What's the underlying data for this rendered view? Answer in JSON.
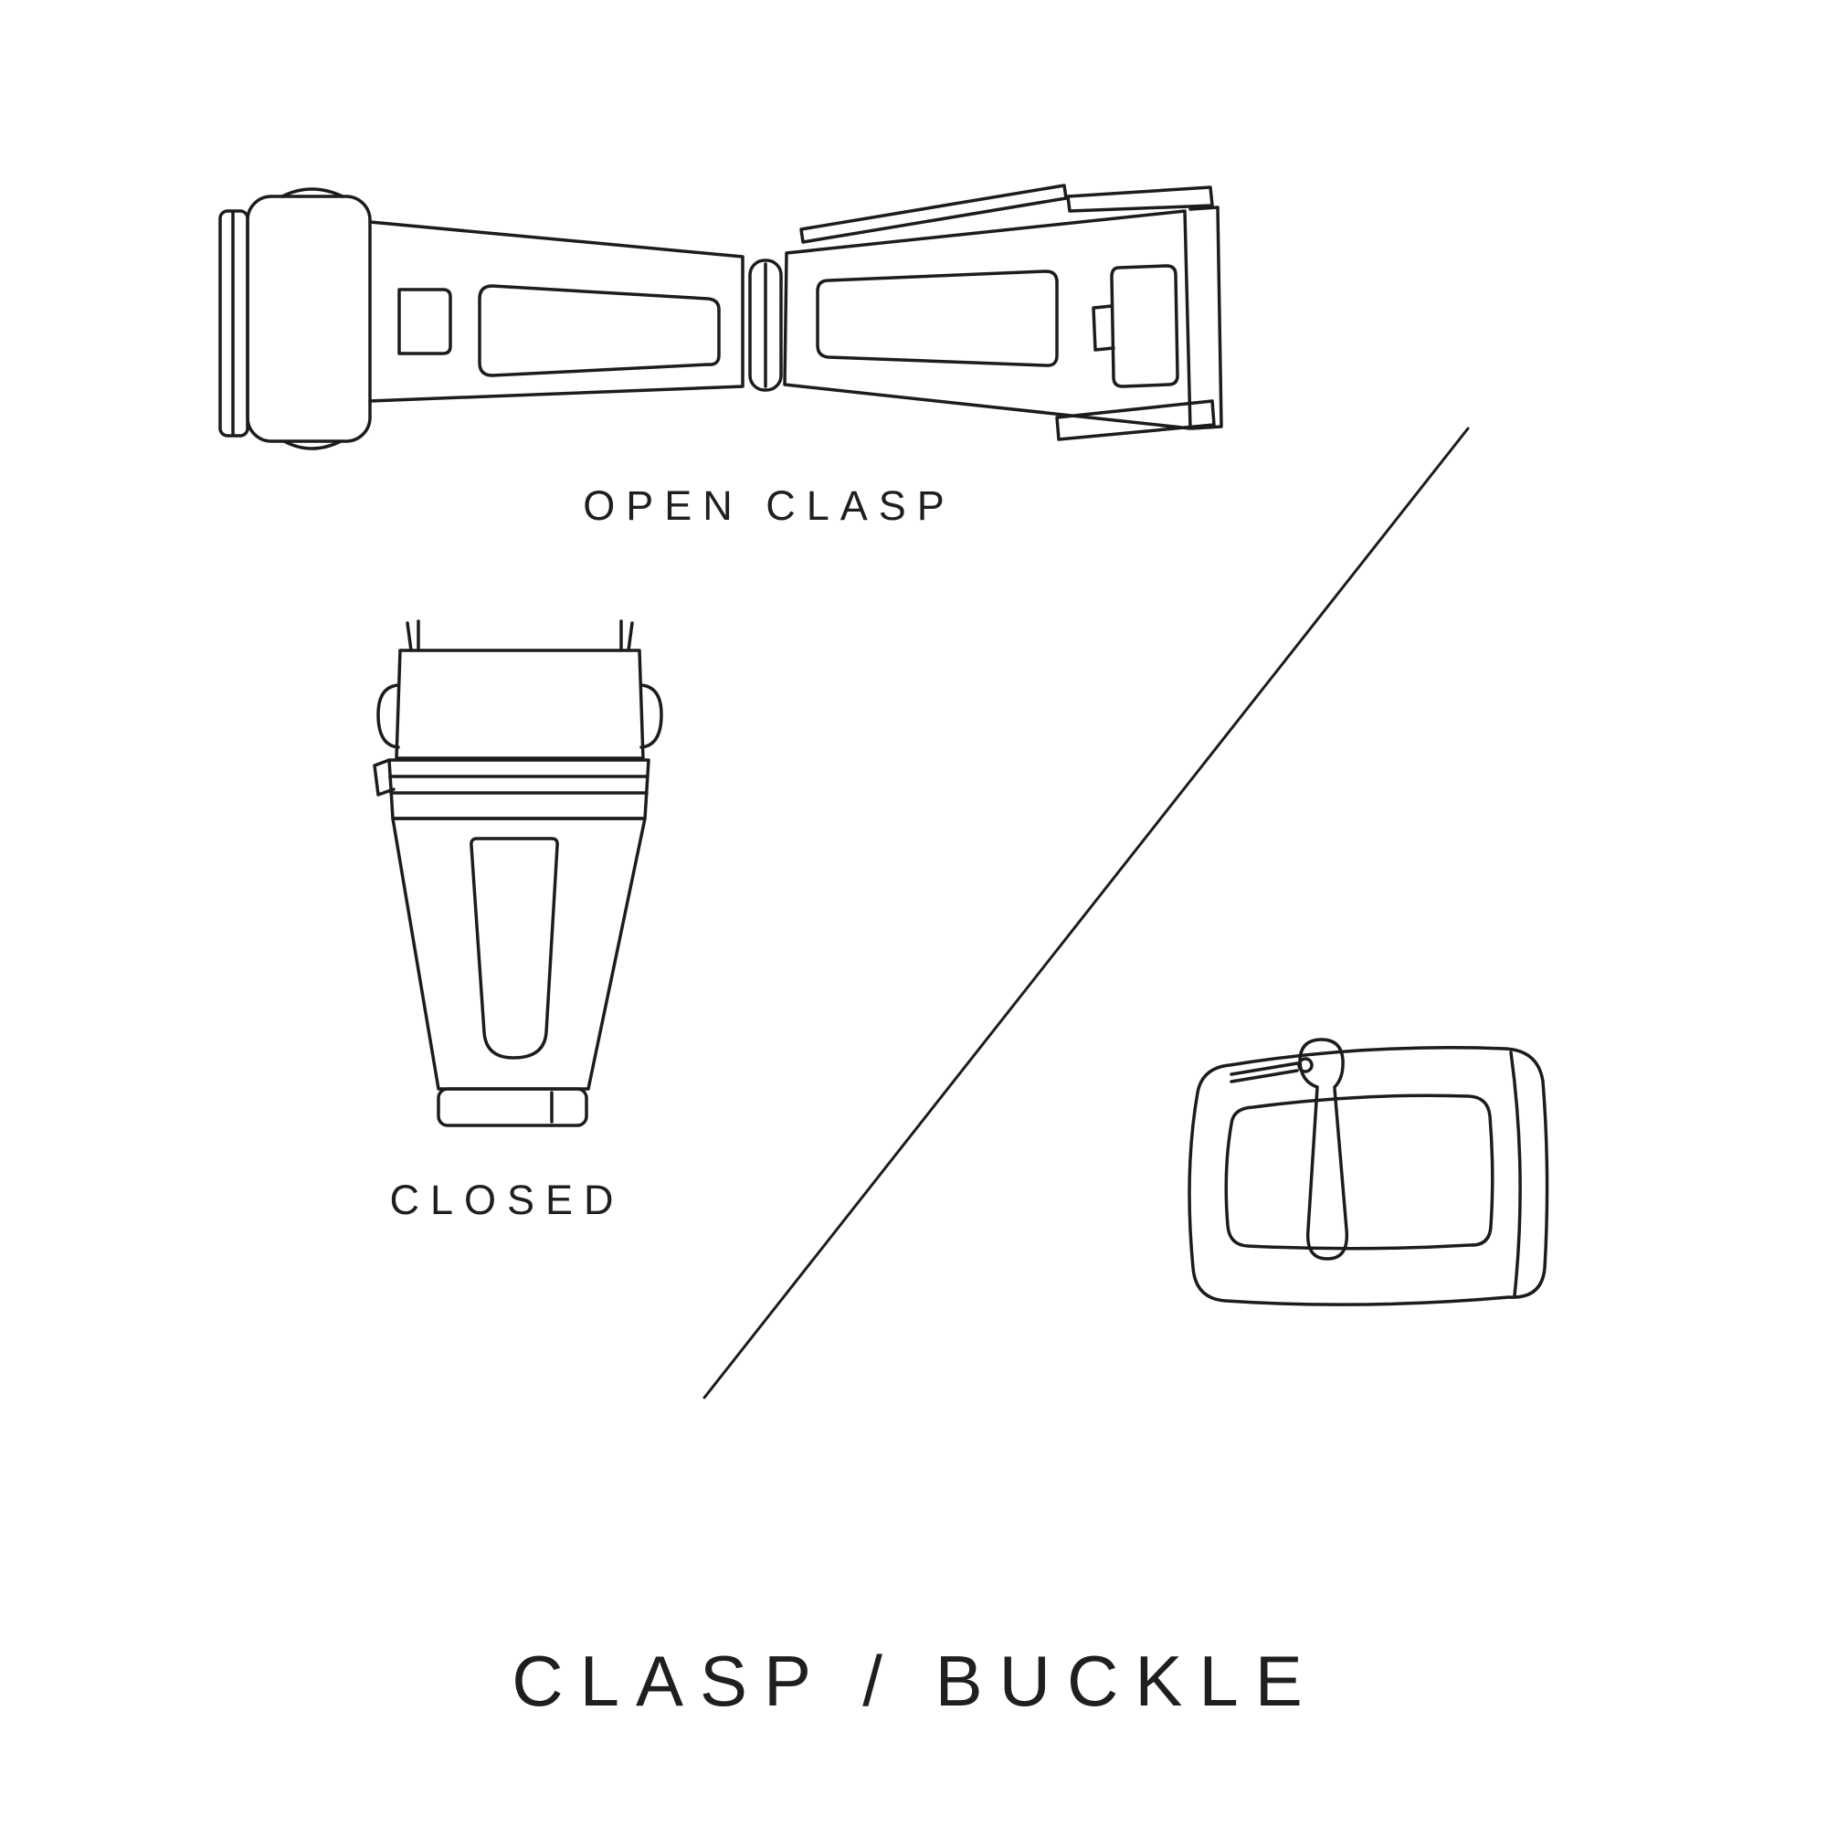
{
  "canvas": {
    "background": "#ffffff",
    "ink": "#1c1c1c"
  },
  "labels": {
    "open_clasp": "OPEN CLASP",
    "closed": "CLOSED"
  },
  "title": {
    "text": "CLASP / BUCKLE"
  }
}
